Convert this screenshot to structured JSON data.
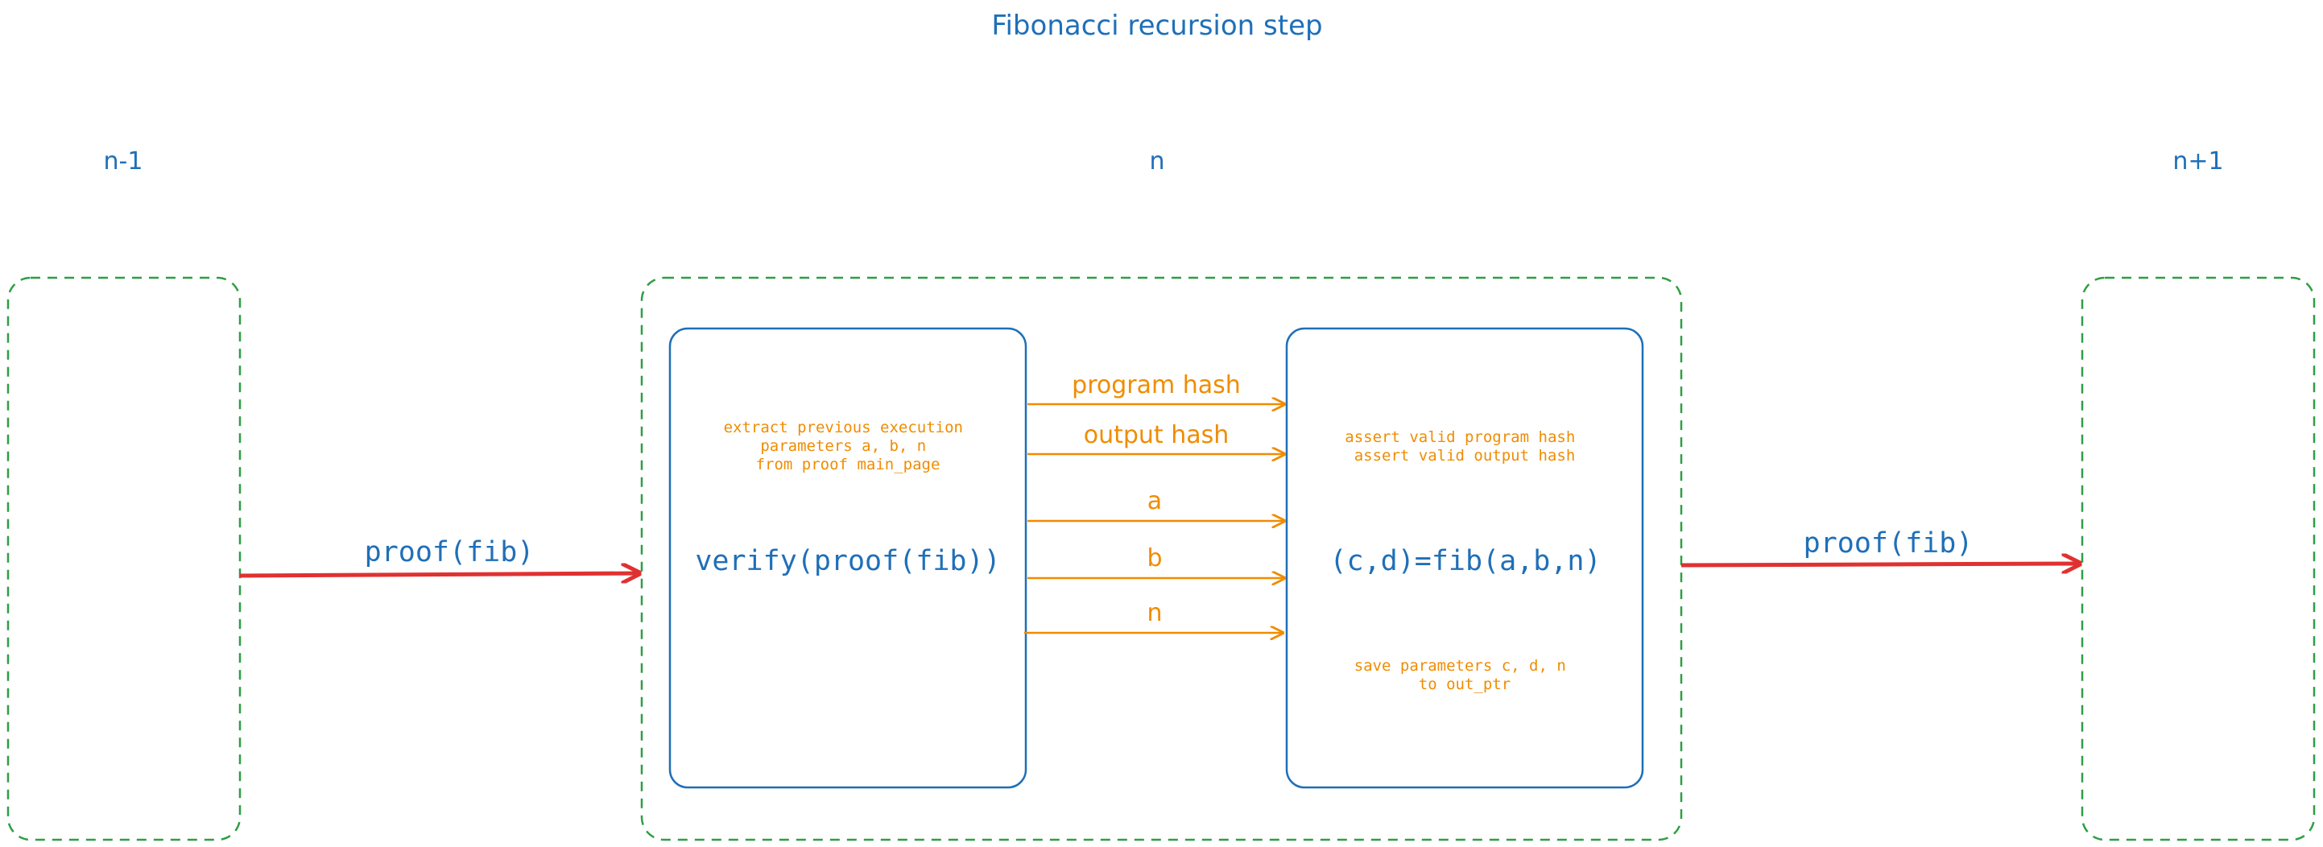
{
  "title": "Fibonacci recursion step",
  "columns": {
    "prev": "n-1",
    "current": "n",
    "next": "n+1"
  },
  "edges": {
    "incoming_label": "proof(fib)",
    "outgoing_label": "proof(fib)"
  },
  "verify_box": {
    "note_lines": [
      "extract previous execution",
      "parameters a, b, n",
      "from proof main_page"
    ],
    "main": "verify(proof(fib))"
  },
  "fib_box": {
    "top_lines": [
      "assert valid program hash",
      "assert valid output hash"
    ],
    "main": "(c,d)=fib(a,b,n)",
    "bottom_lines": [
      "save parameters c, d, n",
      "to out_ptr"
    ]
  },
  "flows": [
    "program hash",
    "output hash",
    "a",
    "b",
    "n"
  ],
  "colors": {
    "blue": "#1f6fb8",
    "orange": "#f08c00",
    "green": "#2f9e44",
    "red": "#e03131"
  }
}
